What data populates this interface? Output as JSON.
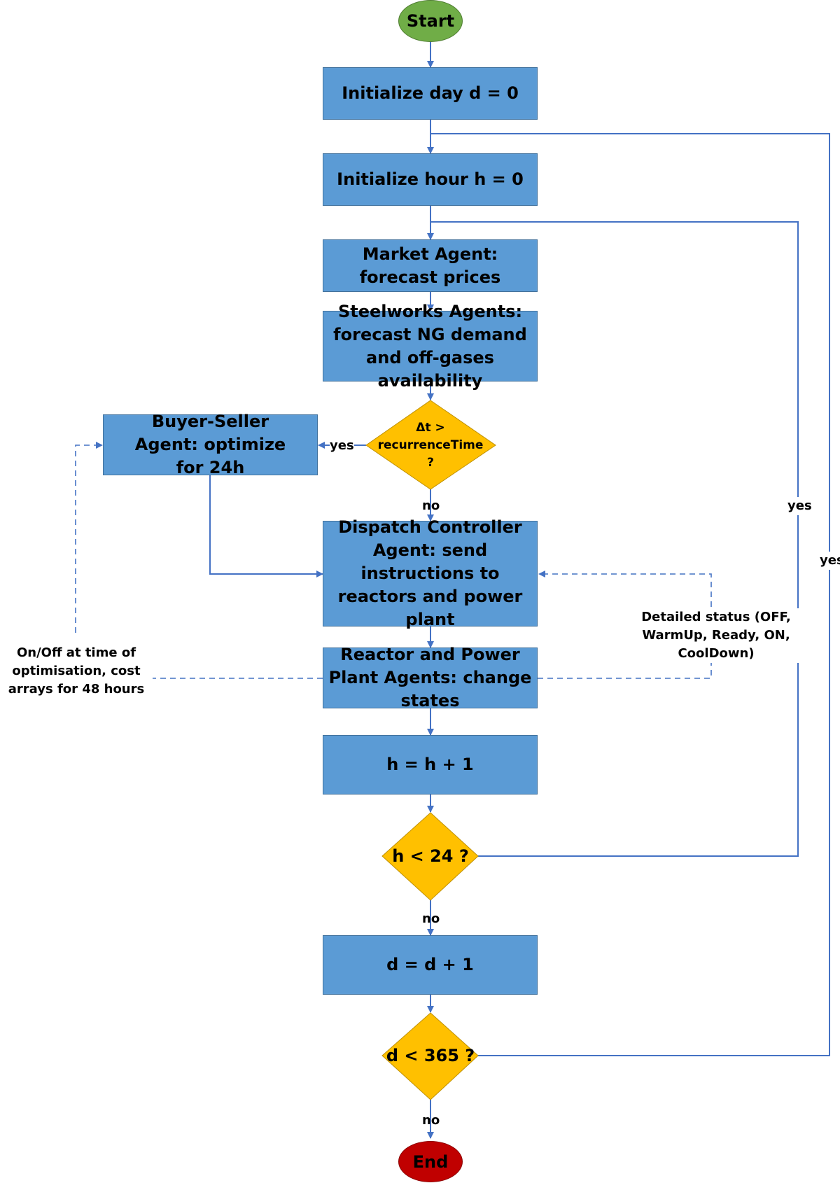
{
  "start": "Start",
  "end": "End",
  "steps": {
    "init_day": "Initialize day d = 0",
    "init_hour": "Initialize hour h = 0",
    "market": "Market Agent:  forecast prices",
    "steelworks": "Steelworks Agents: forecast NG demand and off-gases availability",
    "buyer_seller": "Buyer-Seller Agent: optimize for 24h",
    "dispatch": "Dispatch Controller Agent: send instructions to reactors and power plant",
    "reactor": "Reactor and Power Plant Agents: change states",
    "h_inc": "h = h + 1",
    "d_inc": "d = d + 1"
  },
  "decisions": {
    "recurrence": "Δt > recurrenceTime ?",
    "hour": "h < 24 ?",
    "day": "d < 365 ?"
  },
  "labels": {
    "yes_buyer": "yes",
    "no_recurrence": "no",
    "yes_hour": "yes",
    "yes_day": "yes",
    "no_hour": "no",
    "no_day": "no",
    "left_note": "On/Off at time of optimisation, cost arrays for 48 hours",
    "right_note": "Detailed status (OFF, WarmUp, Ready, ON, CoolDown)"
  },
  "colors": {
    "process": "#5b9bd5",
    "decision": "#ffc000",
    "start": "#70ad47",
    "end": "#c00000",
    "connector": "#4472c4"
  }
}
